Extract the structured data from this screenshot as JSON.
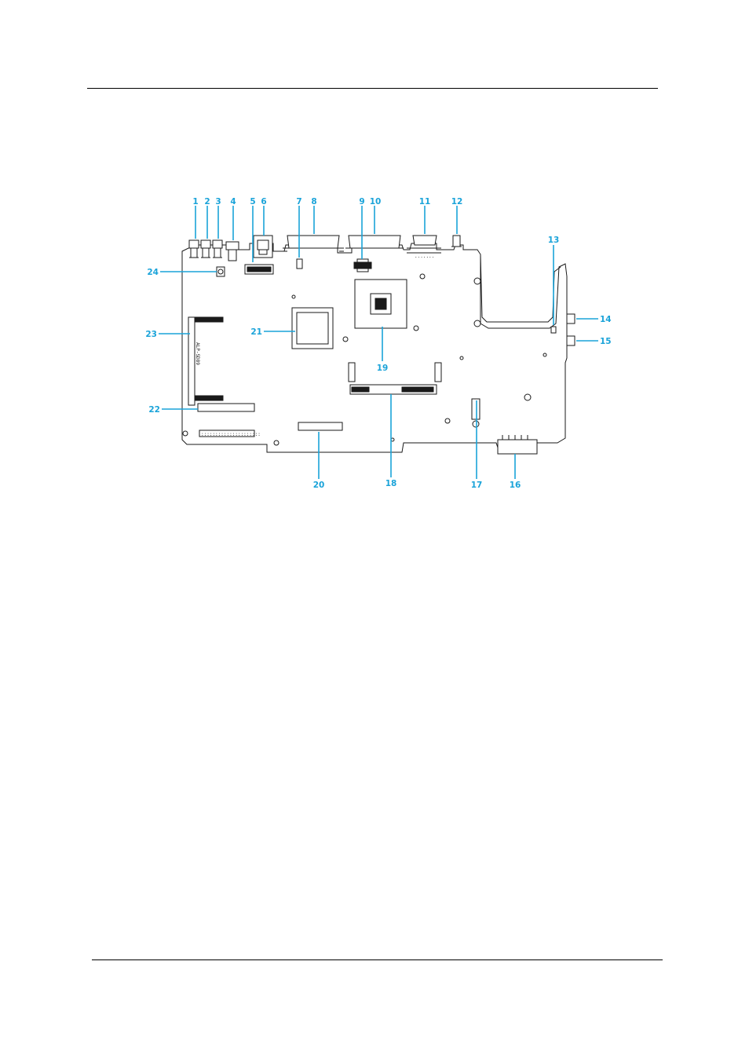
{
  "callouts": [
    {
      "id": "callout-1",
      "label": "1"
    },
    {
      "id": "callout-2",
      "label": "2"
    },
    {
      "id": "callout-3",
      "label": "3"
    },
    {
      "id": "callout-4",
      "label": "4"
    },
    {
      "id": "callout-5",
      "label": "5"
    },
    {
      "id": "callout-6",
      "label": "6"
    },
    {
      "id": "callout-7",
      "label": "7"
    },
    {
      "id": "callout-8",
      "label": "8"
    },
    {
      "id": "callout-9",
      "label": "9"
    },
    {
      "id": "callout-10",
      "label": "10"
    },
    {
      "id": "callout-11",
      "label": "11"
    },
    {
      "id": "callout-12",
      "label": "12"
    },
    {
      "id": "callout-13",
      "label": "13"
    },
    {
      "id": "callout-14",
      "label": "14"
    },
    {
      "id": "callout-15",
      "label": "15"
    },
    {
      "id": "callout-16",
      "label": "16"
    },
    {
      "id": "callout-17",
      "label": "17"
    },
    {
      "id": "callout-18",
      "label": "18"
    },
    {
      "id": "callout-19",
      "label": "19"
    },
    {
      "id": "callout-20",
      "label": "20"
    },
    {
      "id": "callout-21",
      "label": "21"
    },
    {
      "id": "callout-22",
      "label": "22"
    },
    {
      "id": "callout-23",
      "label": "23"
    },
    {
      "id": "callout-24",
      "label": "24"
    }
  ],
  "colors": {
    "callout": "#1aa3d9",
    "line_art": "#1a1a1a",
    "rules": "#000000"
  }
}
